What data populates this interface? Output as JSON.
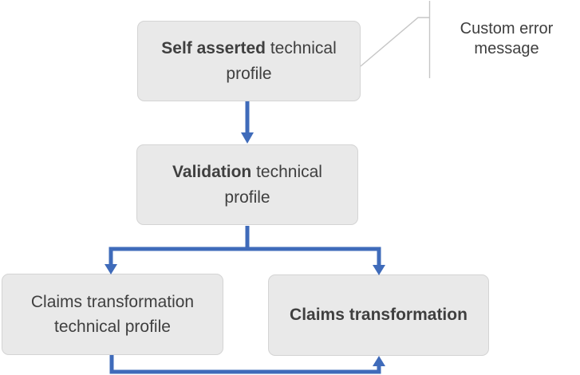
{
  "diagram": {
    "nodes": {
      "self_asserted": {
        "bold": "Self asserted",
        "rest": " technical profile"
      },
      "validation": {
        "bold": "Validation",
        "rest": " technical profile"
      },
      "claims_transformation_tp": {
        "text": "Claims transformation technical profile"
      },
      "claims_transformation": {
        "bold": "Claims transformation"
      }
    },
    "callout": {
      "label": "Custom error message"
    },
    "colors": {
      "connector": "#3F6BBA",
      "node_fill": "#E9E9E9",
      "node_border": "#D4D4D4",
      "text": "#3F3F3F",
      "callout_line": "#C6C6C6"
    }
  }
}
